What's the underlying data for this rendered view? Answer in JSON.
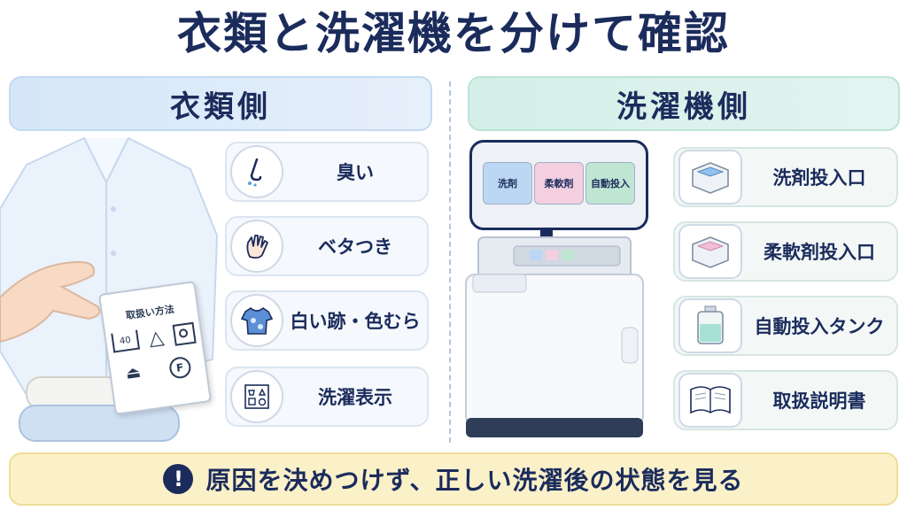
{
  "title": "衣類と洗濯機を分けて確認",
  "left_section": {
    "header": "衣類側",
    "care_label_title": "取扱い方法",
    "care_label_number": "40",
    "items": [
      {
        "label": "臭い",
        "icon": "nose-icon"
      },
      {
        "label": "ベタつき",
        "icon": "hand-icon"
      },
      {
        "label": "白い跡・色むら",
        "icon": "shirt-icon"
      },
      {
        "label": "洗濯表示",
        "icon": "laundry-symbols-icon"
      }
    ]
  },
  "right_section": {
    "header": "洗濯機側",
    "dispenser_slots": [
      "洗剤",
      "柔軟剤",
      "自動投入"
    ],
    "items": [
      {
        "label": "洗剤投入口",
        "icon": "detergent-tray-icon"
      },
      {
        "label": "柔軟剤投入口",
        "icon": "softener-tray-icon"
      },
      {
        "label": "自動投入タンク",
        "icon": "tank-icon"
      },
      {
        "label": "取扱説明書",
        "icon": "manual-icon"
      }
    ]
  },
  "bottom_message": "原因を決めつけず、正しい洗濯後の状態を見る",
  "colors": {
    "navy": "#1b2c5c",
    "left_header_bg": "#d5e6f8",
    "right_header_bg": "#d3efe8",
    "bottom_bg": "#fbf1c9",
    "detergent_blue": "#bcd7f3",
    "softener_pink": "#f3cfe0",
    "auto_green": "#bfe6d2"
  }
}
